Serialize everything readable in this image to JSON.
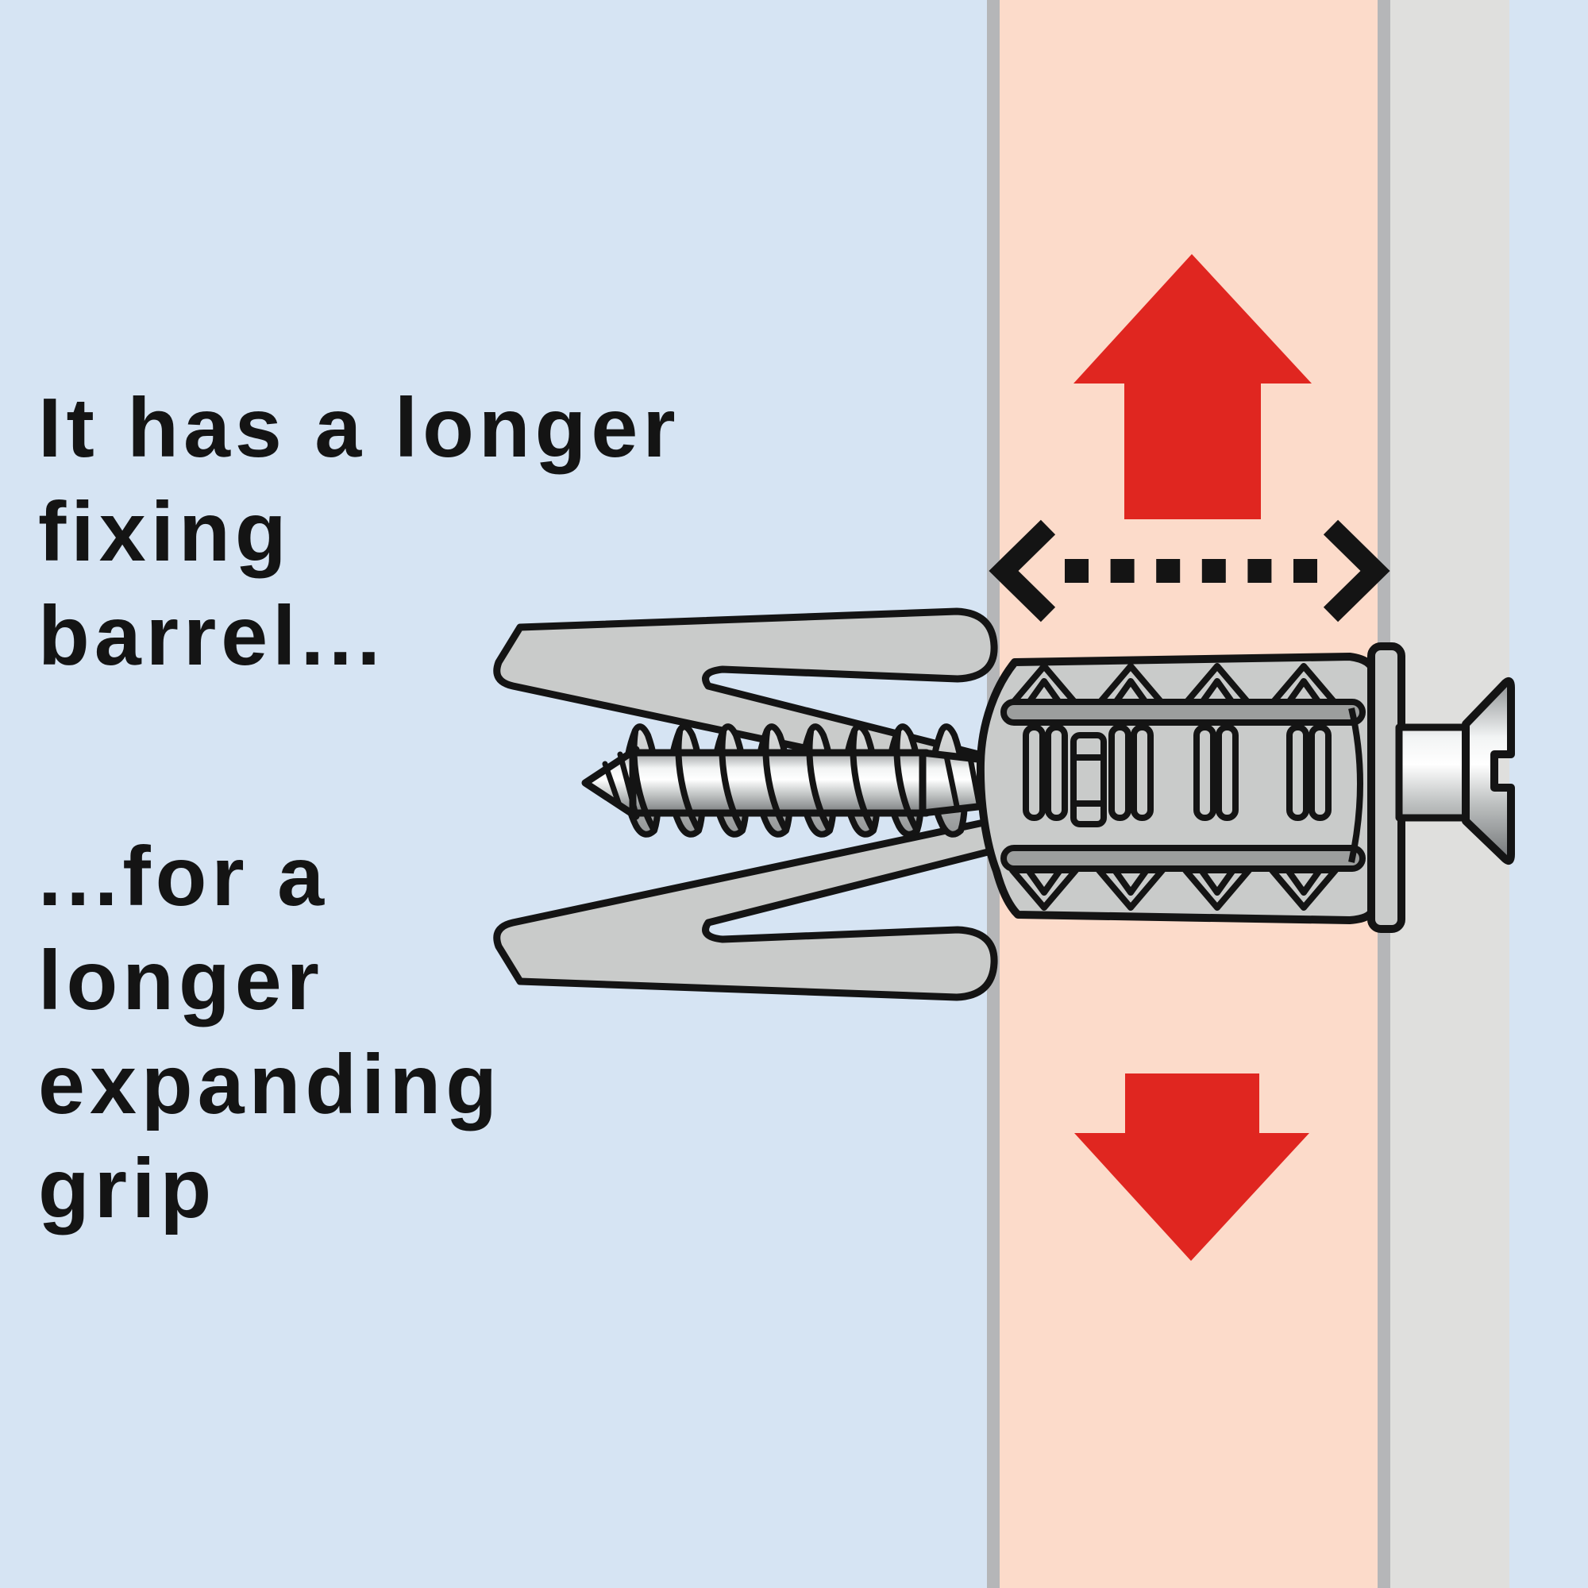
{
  "captions": {
    "top": "It has a longer\nfixing\nbarrel...",
    "bottom": "...for a\nlonger\nexpanding\ngrip"
  },
  "icons": {
    "up_arrow": "solid red arrow pointing up",
    "down_arrow": "solid red arrow pointing down",
    "span_arrow": "black dashed double-headed horizontal arrow"
  },
  "colors": {
    "background": "#d6e4f3",
    "board_edge": "#b5b6b8",
    "wall_pink": "#fcdbca",
    "fixture_gray": "#dfdfdd",
    "arrow_red": "#e02620",
    "ink": "#141414",
    "plug_gray": "#c9cbca",
    "groove_gray": "#9c9e9d"
  }
}
